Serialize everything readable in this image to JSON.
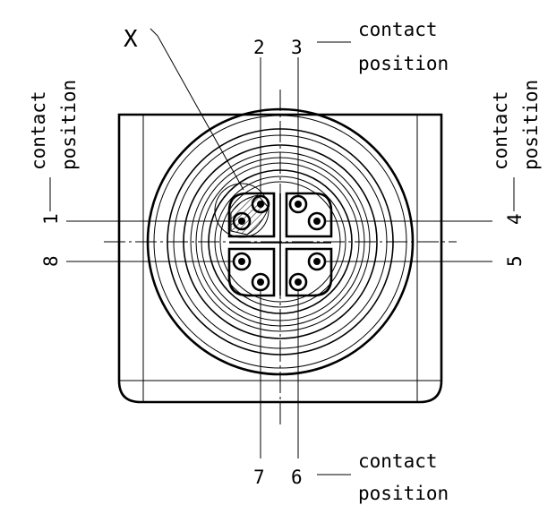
{
  "diagram": {
    "detail_marker": "X",
    "pin_labels": {
      "p1": "1",
      "p2": "2",
      "p3": "3",
      "p4": "4",
      "p5": "5",
      "p6": "6",
      "p7": "7",
      "p8": "8"
    },
    "callout_line1": "contact",
    "callout_line2": "position"
  }
}
